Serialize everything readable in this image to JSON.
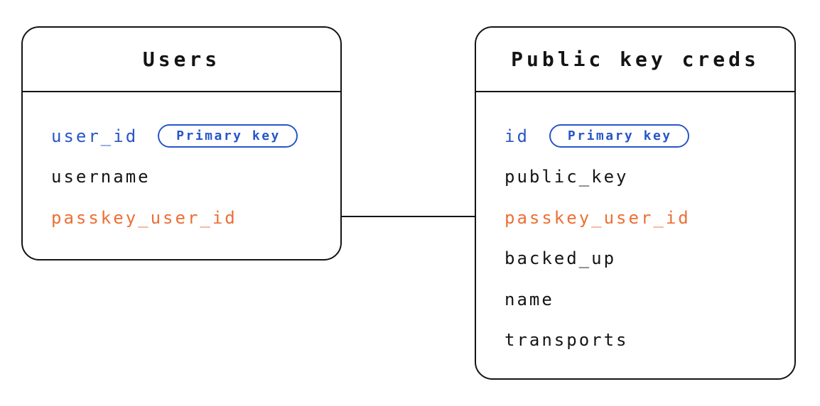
{
  "colors": {
    "ink": "#141414",
    "blue": "#2856c8",
    "orange": "#ec6f35",
    "background": "#ffffff"
  },
  "tables": [
    {
      "title": "Users",
      "fields": [
        {
          "name": "user_id",
          "emphasis": "blue",
          "badge": "Primary key"
        },
        {
          "name": "username",
          "emphasis": "black",
          "badge": null
        },
        {
          "name": "passkey_user_id",
          "emphasis": "orange",
          "badge": null
        }
      ]
    },
    {
      "title": "Public key creds",
      "fields": [
        {
          "name": "id",
          "emphasis": "blue",
          "badge": "Primary key"
        },
        {
          "name": "public_key",
          "emphasis": "black",
          "badge": null
        },
        {
          "name": "passkey_user_id",
          "emphasis": "orange",
          "badge": null
        },
        {
          "name": "backed_up",
          "emphasis": "black",
          "badge": null
        },
        {
          "name": "name",
          "emphasis": "black",
          "badge": null
        },
        {
          "name": "transports",
          "emphasis": "black",
          "badge": null
        }
      ]
    }
  ],
  "relationship": {
    "type": "line",
    "from_table": "Users",
    "from_field": "passkey_user_id",
    "to_table": "Public key creds",
    "to_field": "passkey_user_id"
  }
}
